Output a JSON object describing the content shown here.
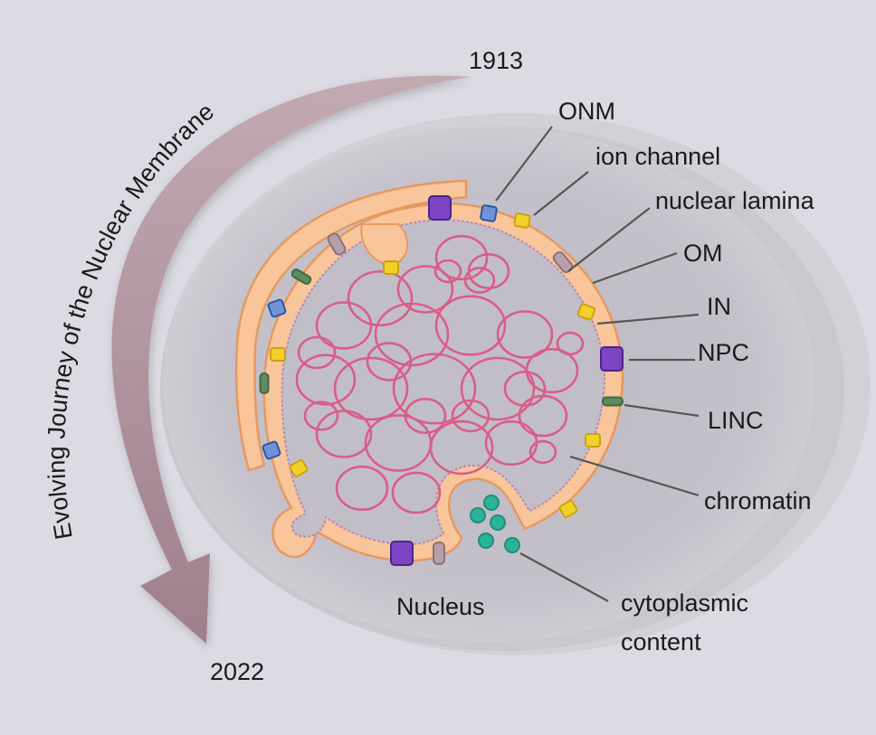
{
  "title": "Evolving Journey of the Nuclear Membrane",
  "years": {
    "start": "1913",
    "end": "2022"
  },
  "labels": {
    "onm": "ONM",
    "ion_channel": "ion channel",
    "nuclear_lamina": "nuclear lamina",
    "om": "OM",
    "in": "IN",
    "npc": "NPC",
    "linc": "LINC",
    "chromatin": "chromatin",
    "cyto_1": "cytoplasmic",
    "cyto_2": "content",
    "nucleus": "Nucleus"
  },
  "colors": {
    "background": "#dcdae2",
    "arrow": "#a88a96",
    "membrane": "#f9c59b",
    "membrane_edge": "#e6995f",
    "chromatin": "#d95d8c",
    "npc": "#7b45c4",
    "ion_channel": "#f2cf2a",
    "blue_protein": "#6f93d6",
    "linc": "#5f8a5f",
    "grey_protein": "#b7a0a9",
    "cytoplasmic": "#2bb39a"
  }
}
